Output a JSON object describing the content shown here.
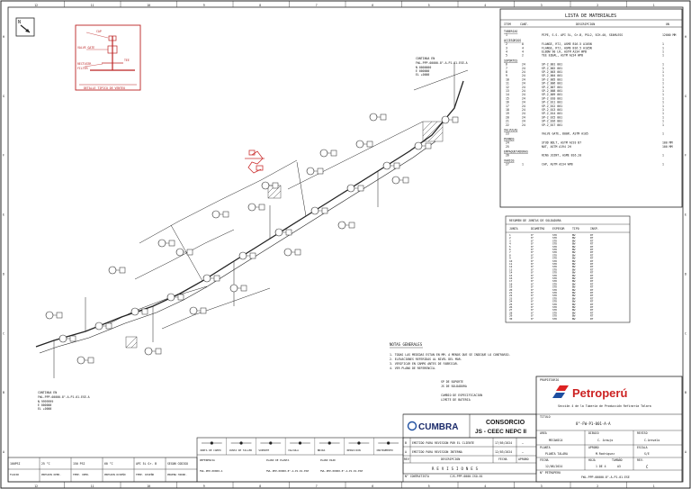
{
  "border": {
    "top_numbers": [
      "12",
      "11",
      "10",
      "9",
      "8",
      "7",
      "6",
      "5",
      "4",
      "3",
      "2",
      "1"
    ],
    "side_letters": [
      "H",
      "G",
      "F",
      "E",
      "D",
      "C",
      "B",
      "A"
    ]
  },
  "north_mark": "N",
  "detail_box": {
    "title": "DETALLE TIPICO DE VENTEO",
    "labels": [
      "CAP",
      "VALVE GATE",
      "TEE",
      "RECTUCER",
      "FILTER"
    ]
  },
  "bom": {
    "title": "LISTA DE MATERIALES",
    "headers": [
      "ITEM",
      "CANT.",
      "DESCRIPCION",
      "UN"
    ],
    "sections": [
      {
        "name": "TUBERIAS",
        "rows": [
          {
            "item": "1",
            "qty": "",
            "desc": "PIPE, S.S. API 5L, Gr.B, PSL2, SCH-40, SEAMLESS",
            "unit": "12000 MM"
          }
        ]
      },
      {
        "name": "ACCESORIOS",
        "rows": [
          {
            "item": "2",
            "qty": "8",
            "desc": "FLANGE, RTJ, ASME B16.5 A105N",
            "unit": "1"
          },
          {
            "item": "3",
            "qty": "4",
            "desc": "FLANGE, RTJ, ASME B16.5 A105N",
            "unit": "1"
          },
          {
            "item": "4",
            "qty": "4",
            "desc": "ELBOW 90 LR, ASTM A234 WPB",
            "unit": "1"
          },
          {
            "item": "5",
            "qty": "2",
            "desc": "TEE EQUAL, ASTM A234 WPB",
            "unit": "1"
          }
        ]
      },
      {
        "name": "SOPORTES",
        "rows": [
          {
            "item": "6",
            "qty": "24",
            "desc": "SP-2_001 001",
            "unit": "1"
          },
          {
            "item": "7",
            "qty": "24",
            "desc": "SP-2_002 001",
            "unit": "1"
          },
          {
            "item": "8",
            "qty": "24",
            "desc": "SP-2_003 001",
            "unit": "1"
          },
          {
            "item": "9",
            "qty": "24",
            "desc": "SP-2_004 001",
            "unit": "1"
          },
          {
            "item": "10",
            "qty": "24",
            "desc": "SP-2_005 001",
            "unit": "1"
          },
          {
            "item": "11",
            "qty": "24",
            "desc": "SP-2_006 001",
            "unit": "1"
          },
          {
            "item": "12",
            "qty": "24",
            "desc": "SP-2_007 001",
            "unit": "1"
          },
          {
            "item": "13",
            "qty": "24",
            "desc": "SP-2_008 001",
            "unit": "1"
          },
          {
            "item": "14",
            "qty": "24",
            "desc": "SP-2_009 001",
            "unit": "1"
          },
          {
            "item": "15",
            "qty": "24",
            "desc": "SP-2_010 001",
            "unit": "1"
          },
          {
            "item": "16",
            "qty": "24",
            "desc": "SP-2_011 001",
            "unit": "1"
          },
          {
            "item": "17",
            "qty": "24",
            "desc": "SP-2_012 001",
            "unit": "1"
          },
          {
            "item": "18",
            "qty": "24",
            "desc": "SP-2_013 001",
            "unit": "1"
          },
          {
            "item": "19",
            "qty": "24",
            "desc": "SP-2_014 001",
            "unit": "1"
          },
          {
            "item": "20",
            "qty": "24",
            "desc": "SP-2_015 001",
            "unit": "1"
          },
          {
            "item": "21",
            "qty": "24",
            "desc": "SP-2_016 001",
            "unit": "1"
          },
          {
            "item": "22",
            "qty": "24",
            "desc": "SP-2_017 001",
            "unit": "1"
          }
        ]
      },
      {
        "name": "VALVULAS",
        "rows": [
          {
            "item": "23",
            "qty": "",
            "desc": "VALVE GATE, 800#, ASTM A105",
            "unit": "1"
          }
        ]
      },
      {
        "name": "PERNOS",
        "rows": [
          {
            "item": "24",
            "qty": "",
            "desc": "STUD BOLT, ASTM A193 B7",
            "unit": "100 MM"
          },
          {
            "item": "25",
            "qty": "",
            "desc": "NUT, ASTM A194 2H",
            "unit": "100 MM"
          }
        ]
      },
      {
        "name": "EMPAQUETADURAS",
        "rows": [
          {
            "item": "26",
            "qty": "",
            "desc": "RING JOINT, ASME B16.20",
            "unit": "1"
          }
        ]
      },
      {
        "name": "VARIOS",
        "rows": [
          {
            "item": "27",
            "qty": "1",
            "desc": "CAP, ASTM A234 WPB",
            "unit": "1"
          }
        ]
      }
    ]
  },
  "weld_table": {
    "title": "RESUMEN DE JUNTAS DE SOLDADURA",
    "headers": [
      "JUNTA",
      "DIAMETRO",
      "ESPESOR",
      "TIPO",
      "INSP."
    ],
    "rows": [
      [
        "1",
        "8\"",
        "STD",
        "BW",
        "RT"
      ],
      [
        "2",
        "8\"",
        "STD",
        "BW",
        "RT"
      ],
      [
        "3",
        "8\"",
        "STD",
        "BW",
        "RT"
      ],
      [
        "4",
        "8\"",
        "STD",
        "BW",
        "RT"
      ],
      [
        "5",
        "8\"",
        "STD",
        "BW",
        "RT"
      ],
      [
        "6",
        "8\"",
        "STD",
        "BW",
        "RT"
      ],
      [
        "7",
        "8\"",
        "STD",
        "BW",
        "RT"
      ],
      [
        "8",
        "8\"",
        "STD",
        "BW",
        "RT"
      ],
      [
        "9",
        "8\"",
        "STD",
        "BW",
        "RT"
      ],
      [
        "10",
        "8\"",
        "STD",
        "BW",
        "RT"
      ],
      [
        "11",
        "8\"",
        "STD",
        "BW",
        "RT"
      ],
      [
        "12",
        "8\"",
        "STD",
        "BW",
        "RT"
      ],
      [
        "13",
        "8\"",
        "STD",
        "BW",
        "RT"
      ],
      [
        "14",
        "8\"",
        "STD",
        "BW",
        "RT"
      ],
      [
        "15",
        "8\"",
        "STD",
        "BW",
        "RT"
      ],
      [
        "16",
        "8\"",
        "STD",
        "BW",
        "RT"
      ],
      [
        "17",
        "8\"",
        "STD",
        "BW",
        "RT"
      ],
      [
        "18",
        "8\"",
        "STD",
        "BW",
        "RT"
      ],
      [
        "19",
        "8\"",
        "STD",
        "BW",
        "RT"
      ],
      [
        "20",
        "8\"",
        "STD",
        "BW",
        "RT"
      ],
      [
        "21",
        "8\"",
        "STD",
        "BW",
        "RT"
      ],
      [
        "22",
        "8\"",
        "STD",
        "BW",
        "RT"
      ],
      [
        "23",
        "8\"",
        "STD",
        "BW",
        "RT"
      ],
      [
        "24",
        "8\"",
        "STD",
        "BW",
        "RT"
      ],
      [
        "25",
        "8\"",
        "STD",
        "BW",
        "RT"
      ],
      [
        "26",
        "8\"",
        "STD",
        "BW",
        "RT"
      ],
      [
        "27",
        "8\"",
        "STD",
        "BW",
        "RT"
      ],
      [
        "28",
        "8\"",
        "STD",
        "BW",
        "RT"
      ],
      [
        "29",
        "8\"",
        "STD",
        "BW",
        "RT"
      ],
      [
        "30",
        "8\"",
        "STD",
        "BW",
        "RT"
      ]
    ]
  },
  "notes": {
    "title": "NOTAS GENERALES",
    "lines": [
      "1. TODAS LAS MEDIDAS ESTAN EN MM. A MENOS QUE SE INDIQUE LO CONTRARIO.",
      "2. ELEVACIONES REFERIDAS AL NIVEL DEL MAR.",
      "3. VERIFICAR EN CAMPO ANTES DE FABRICAR.",
      "4. VER PLANO DE REFERENCIA."
    ]
  },
  "legend": {
    "lines": [
      "SP DE SOPORTE",
      "JS DE SOLDADURA",
      "CAMBIO DE ESPECIFICACION",
      "LIMITE DE BATERIA"
    ]
  },
  "line_tags": {
    "start": "CONTINUA EN",
    "end": "CONTINUA EN",
    "start_detail": [
      "FWL-PPP-00000-8\"-A-P1-01-ESE-A",
      "N 9999999",
      "E 000000",
      "EL +0000"
    ],
    "end_detail": [
      "FWL-PPP-00000-8\"-A-P1-01-ESE-A",
      "N 0000000",
      "E 000000",
      "EL +0000"
    ]
  },
  "symbols": {
    "labels": [
      "JUNTA DE CAMPO",
      "JUNTA DE TALLER",
      "SOPORTE",
      "VALVULA",
      "BRIDA",
      "REDUCCION",
      "INSTRUMENTO"
    ]
  },
  "company": {
    "brand": "Petroperú",
    "project_line1": "Sección 4 de la Tubería de Producción Refinería Talara",
    "contractor_brand": "CUMBRA",
    "consortium_line1": "CONSORCIO",
    "consortium_line2": "JS - CEEC NEPC II"
  },
  "title_block": {
    "area_label": "AREA",
    "area_value": "MECANICA",
    "drawn_label": "DIBUJO",
    "drawn_value": "C. Araujo",
    "check_label": "REVISO",
    "check_value": "C.Arevalo",
    "plant_label": "PLANTA",
    "plant_value": "PLANTA TALARA",
    "approved_label": "APROBO",
    "approved_value": "M.Rodriguez",
    "scale_label": "ESCALA",
    "scale_value": "S/E",
    "date_label": "FECHA",
    "date_value": "12/08/2024",
    "sheet_label": "HOJA",
    "sheet_value": "1 DE 4",
    "size_label": "TAMAÑO",
    "size_value": "A3",
    "rev_label": "REV.",
    "rev_value": "C",
    "drawing_no_label": "N° PETROPERU",
    "drawing_no": "FWL-PPP-00000-8\"-A-P1-01-ESE",
    "contractor_no": "N° CONTRATISTA",
    "contractor_no_value": "CJS-PPP-0000-ISO-01",
    "title_code": "8\"-FW-P1-001-A-A"
  },
  "revisions": {
    "title": "REVISIONES",
    "headers": [
      "REV",
      "DESCRIPCION",
      "FECHA",
      "APROBO"
    ],
    "rows": [
      {
        "rev": "B",
        "desc": "EMITIDO PARA REVISION POR EL CLIENTE",
        "date": "17/05/2024",
        "by": "—"
      },
      {
        "rev": "A",
        "desc": "EMITIDO PARA REVISION INTERNA",
        "date": "12/03/2024",
        "by": "—"
      }
    ]
  },
  "design_data": {
    "headers": [
      "FLUIDO",
      "PRESION OPER.",
      "TEMP. OPER.",
      "PRESION DISEÑO",
      "TEMP. DISEÑO",
      "PRUEBA HIDRO."
    ],
    "values": [
      "100PSI",
      "25 °C",
      "150 PSI",
      "60 °C",
      "API 5L Gr. B",
      "SEGUN CODIGO"
    ]
  },
  "ref_drawings": {
    "headers": [
      "REFERENCIA",
      "PLANO DE PLANTA",
      "PLANO P&ID"
    ],
    "values": [
      "FWL-PPP-00000-A",
      "FWL-PPP-00000-8\"-A-P1-01-ESE",
      "FWL-PPP-00000-8\"-A-P1-01-ESE"
    ]
  }
}
